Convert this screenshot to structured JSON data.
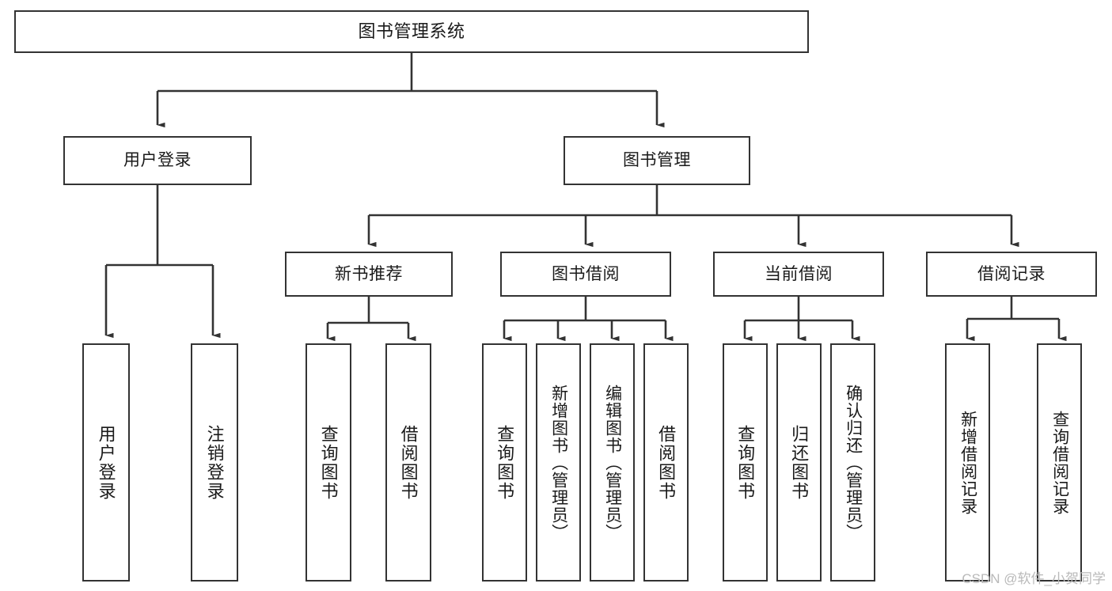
{
  "diagram": {
    "title": "图书管理系统",
    "type": "tree",
    "watermark": "CSDN @软件_小贺同学",
    "colors": {
      "box_border": "#333333",
      "box_fill": "#ffffff",
      "connector": "#333333",
      "text": "#1a1a1a",
      "watermark": "#b9b9b9"
    },
    "nodes": {
      "root": "图书管理系统",
      "level2": [
        "用户登录",
        "图书管理"
      ],
      "level3": [
        "新书推荐",
        "图书借阅",
        "当前借阅",
        "借阅记录"
      ],
      "leaves_user_login": [
        "用户登录",
        "注销登录"
      ],
      "leaves_new_books": [
        "查询图书",
        "借阅图书"
      ],
      "leaves_borrow": [
        "查询图书",
        "新增图书（管理员）",
        "编辑图书（管理员）",
        "借阅图书"
      ],
      "leaves_current": [
        "查询图书",
        "归还图书",
        "确认归还（管理员）"
      ],
      "leaves_records": [
        "新增借阅记录",
        "查询借阅记录"
      ]
    }
  }
}
